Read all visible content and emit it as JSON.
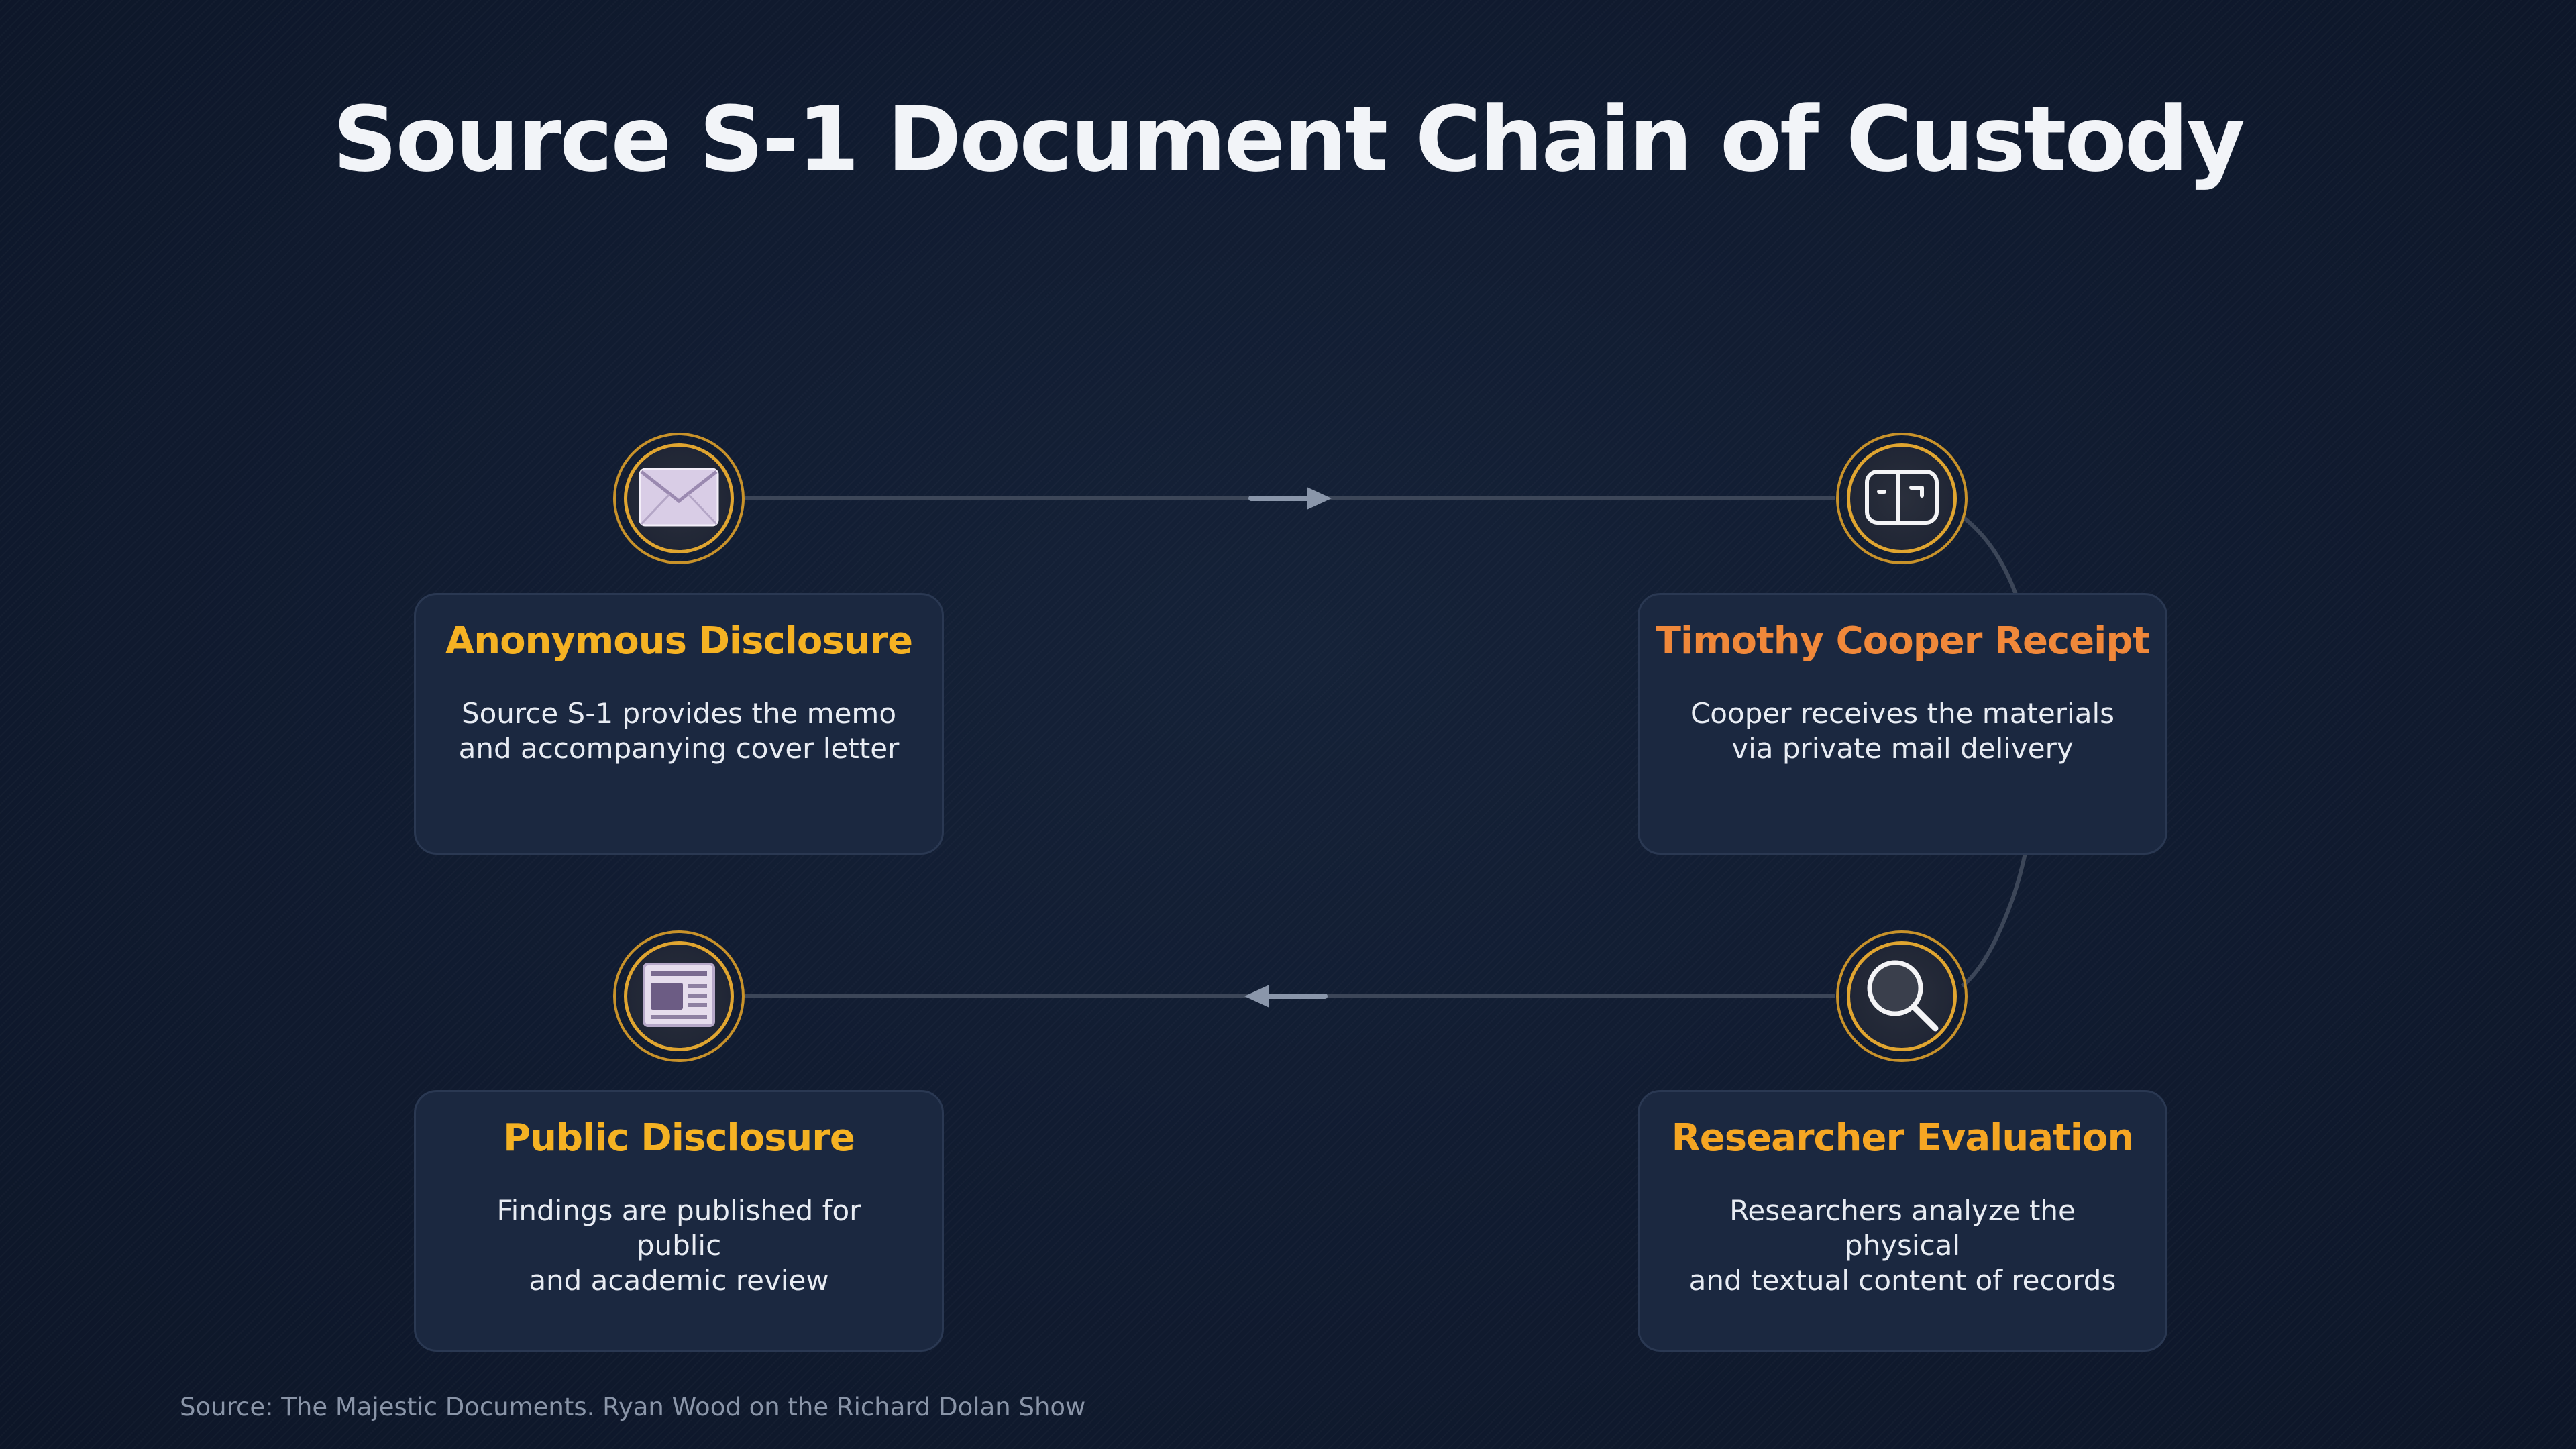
{
  "title": "Source S-1 Document Chain of Custody",
  "colors": {
    "gold": "#f5b223",
    "orange": "#f0883a",
    "ring": "#e0a530",
    "card_bg": "#1b2840",
    "background": "#0f1a2e"
  },
  "steps": [
    {
      "title": "Anonymous Disclosure",
      "desc_line1": "Source S-1 provides the memo",
      "desc_line2": "and accompanying cover letter",
      "icon": "envelope-icon",
      "title_color": "#f5b223"
    },
    {
      "title": "Timothy Cooper Receipt",
      "desc_line1": "Cooper receives the materials",
      "desc_line2": "via private mail delivery",
      "icon": "mailbox-icon",
      "title_color": "#f0883a"
    },
    {
      "title": "Researcher Evaluation",
      "desc_line1": "Researchers analyze the physical",
      "desc_line2": "and textual content of records",
      "icon": "magnifier-icon",
      "title_color": "#f5a623"
    },
    {
      "title": "Public Disclosure",
      "desc_line1": "Findings are published for public",
      "desc_line2": "and academic review",
      "icon": "newspaper-icon",
      "title_color": "#f5b223"
    }
  ],
  "source": "Source: The Majestic Documents. Ryan Wood on the Richard Dolan Show"
}
